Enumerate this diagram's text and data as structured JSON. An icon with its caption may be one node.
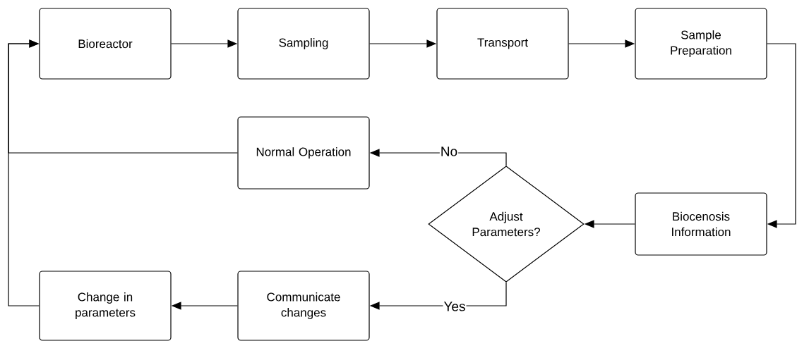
{
  "diagram": {
    "nodes": [
      {
        "text": [
          "Bioreactor"
        ]
      },
      {
        "text": [
          "Sampling"
        ]
      },
      {
        "text": [
          "Transport"
        ]
      },
      {
        "text": [
          "Sample Preparation"
        ]
      },
      {
        "text": [
          "Normal Operation"
        ]
      },
      {
        "text": [
          "Adjust Parameters?"
        ]
      },
      {
        "text": [
          "Biocenosis Information"
        ]
      },
      {
        "text": [
          "Change in parameters"
        ]
      },
      {
        "text": [
          "Communicate changes"
        ]
      }
    ],
    "edges": [
      {
        "from": 0,
        "to": 1,
        "arrow": "to"
      },
      {
        "from": 1,
        "to": 2,
        "arrow": "to"
      },
      {
        "from": 2,
        "to": 3,
        "arrow": "to"
      },
      {
        "from": 3,
        "to": 6,
        "arrow": "to"
      },
      {
        "from": 6,
        "to": 5,
        "arrow": "to"
      },
      {
        "from": 5,
        "to": 4,
        "arrow": "to",
        "label": "No"
      },
      {
        "from": 5,
        "to": 8,
        "arrow": "to",
        "label": "Yes"
      },
      {
        "from": 8,
        "to": 7,
        "arrow": "to"
      },
      {
        "from": 7,
        "to": 0,
        "arrow": "to"
      },
      {
        "from": 4,
        "to": 0,
        "arrow": "to"
      }
    ]
  }
}
